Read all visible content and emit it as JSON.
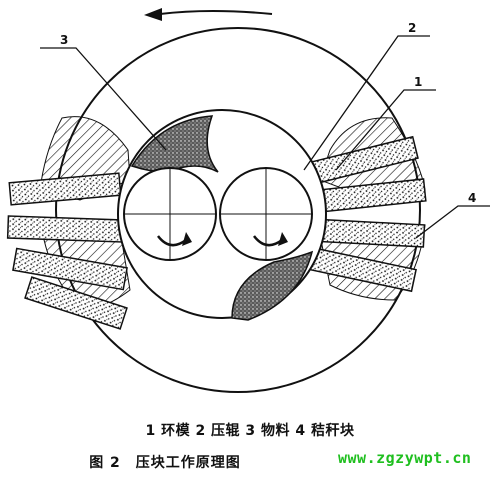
{
  "labels": {
    "material": "3",
    "roller": "2",
    "ring_die": "1",
    "straw_block": "4"
  },
  "legend": "1 环模 2 压辊 3 物料 4 秸秆块",
  "caption": "图 2　压块工作原理图",
  "watermark": "www.zgzywpt.cn",
  "colors": {
    "line": "#111111",
    "watermark": "#1fbf1f",
    "background": "#ffffff"
  },
  "icons": {
    "rotation_top": "arrow-left-icon",
    "rotation_roller": "curved-arrow-icon"
  }
}
